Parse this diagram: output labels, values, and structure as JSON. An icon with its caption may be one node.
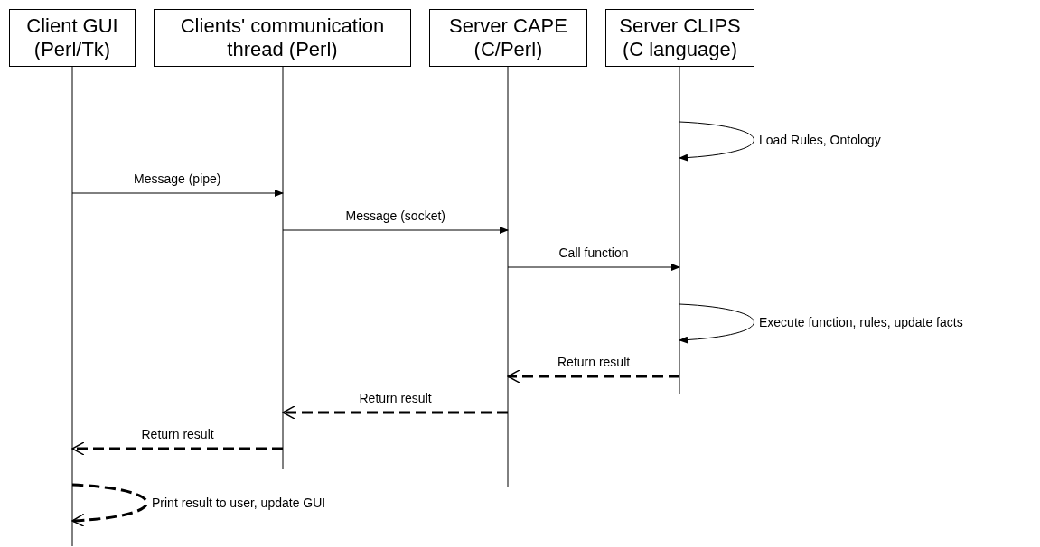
{
  "diagram": {
    "nodes": [
      {
        "text": [
          "Client GUI (Perl/Tk)"
        ]
      },
      {
        "text": [
          "Clients' communication thread (Perl)"
        ]
      },
      {
        "text": [
          "Server CAPE (C/Perl)"
        ]
      },
      {
        "text": [
          "Server CLIPS (C language)"
        ]
      }
    ],
    "edges": [
      {
        "from": 3,
        "to": 3,
        "arrow": "to",
        "label": "Load Rules, Ontology"
      },
      {
        "from": 0,
        "to": 1,
        "arrow": "to",
        "label": "Message (pipe)"
      },
      {
        "from": 1,
        "to": 2,
        "arrow": "to",
        "label": "Message (socket)"
      },
      {
        "from": 2,
        "to": 3,
        "arrow": "to",
        "label": "Call function"
      },
      {
        "from": 3,
        "to": 3,
        "arrow": "to",
        "label": "Execute function, rules, update facts"
      },
      {
        "from": 3,
        "to": 2,
        "arrow": "to",
        "label": "Return result",
        "style": "dashed"
      },
      {
        "from": 2,
        "to": 1,
        "arrow": "to",
        "label": "Return result",
        "style": "dashed"
      },
      {
        "from": 1,
        "to": 0,
        "arrow": "to",
        "label": "Return result",
        "style": "dashed"
      },
      {
        "from": 0,
        "to": 0,
        "arrow": "to",
        "label": "Print result to user, update GUI",
        "style": "dashed"
      }
    ]
  }
}
